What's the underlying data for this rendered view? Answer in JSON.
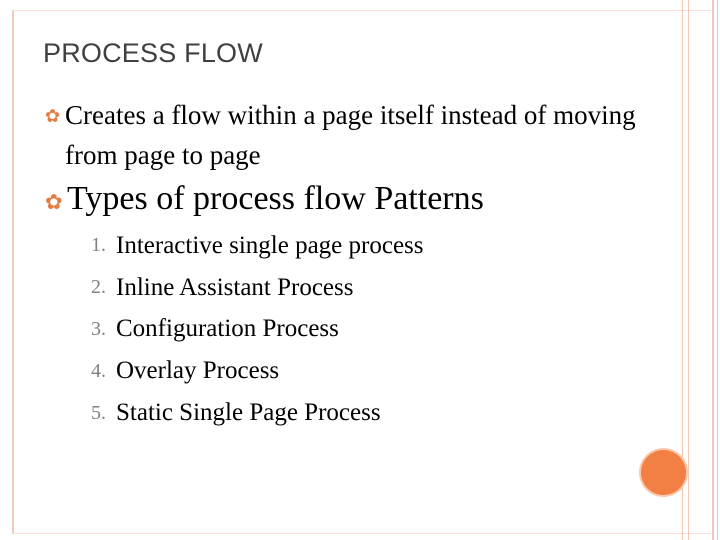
{
  "slide": {
    "title": "PROCESS FLOW",
    "bullets": [
      {
        "icon": "orange-flower-bullet-icon",
        "text": "Creates a flow within a page itself instead of moving from page to page"
      },
      {
        "icon": "orange-flower-bullet-icon",
        "text": "Types of process flow Patterns"
      }
    ],
    "patterns": [
      {
        "number": "1.",
        "label": "Interactive single page process"
      },
      {
        "number": "2.",
        "label": "Inline Assistant Process"
      },
      {
        "number": "3.",
        "label": "Configuration Process"
      },
      {
        "number": "4.",
        "label": "Overlay Process"
      },
      {
        "number": "5.",
        "label": "Static Single Page Process"
      }
    ]
  },
  "theme": {
    "accent": "#f27f43",
    "rail": "#f4c6b4",
    "title_color": "#404040",
    "number_color": "#808080"
  }
}
